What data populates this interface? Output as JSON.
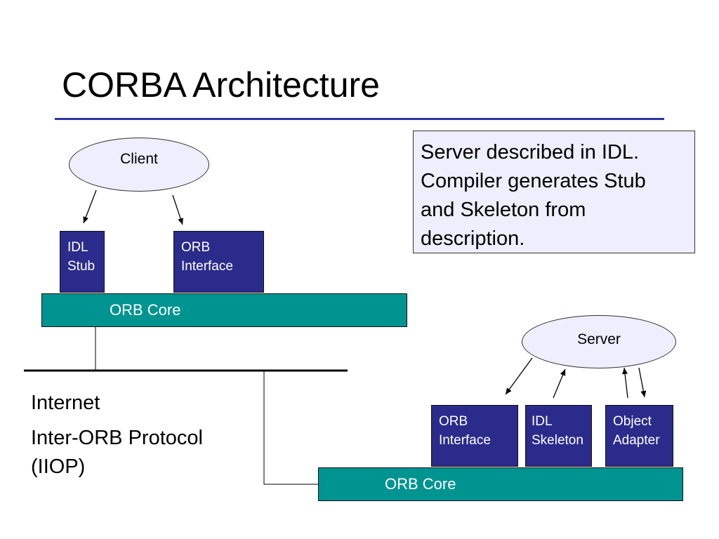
{
  "title": "CORBA Architecture",
  "note": {
    "lines": [
      "Server described in IDL.",
      "Compiler generates Stub",
      "and Skeleton from",
      "description."
    ]
  },
  "client": {
    "label": "Client",
    "stub": {
      "line1": "IDL",
      "line2": "Stub"
    },
    "orb_interface": {
      "line1": "ORB",
      "line2": "Interface"
    },
    "orb_core": "ORB Core"
  },
  "server": {
    "label": "Server",
    "orb_interface": {
      "line1": "ORB",
      "line2": "Interface"
    },
    "skeleton": {
      "line1": "IDL",
      "line2": "Skeleton"
    },
    "object_adapter": {
      "line1": "Object",
      "line2": "Adapter"
    },
    "orb_core": "ORB Core"
  },
  "network": {
    "line1": "Internet",
    "line2": "Inter-ORB Protocol",
    "line3": "(IIOP)"
  },
  "colors": {
    "title_rule": "#3333a8",
    "box_fill": "#2b2b8c",
    "core_fill": "#009490",
    "ellipse_fill": "#eeeefc"
  }
}
